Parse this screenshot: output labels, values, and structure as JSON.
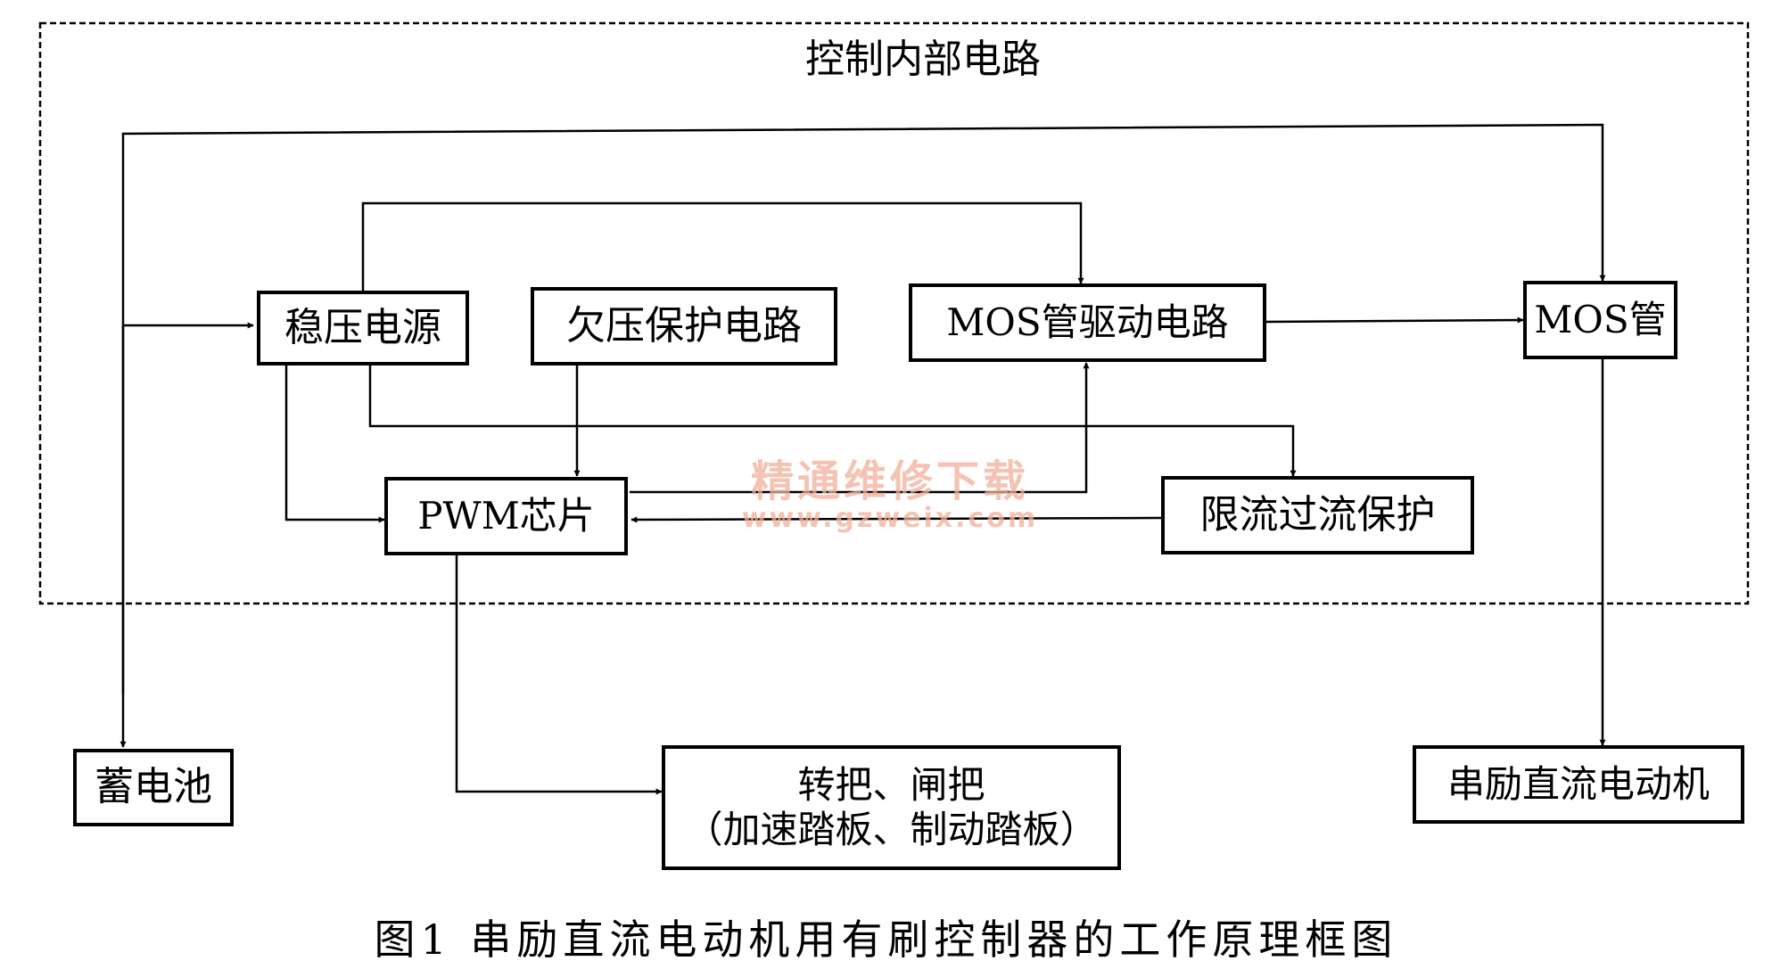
{
  "region_label": "控制内部电路",
  "blocks": {
    "regulator": "稳压电源",
    "undervoltage": "欠压保护电路",
    "mos_driver": "MOS管驱动电路",
    "mos_tube": "MOS管",
    "pwm_chip": "PWM芯片",
    "current_limit": "限流过流保护",
    "battery": "蓄电池",
    "handlebar_line1": "转把、闸把",
    "handlebar_line2": "（加速踏板、制动踏板）",
    "motor": "串励直流电动机"
  },
  "caption": "图1  串励直流电动机用有刷控制器的工作原理框图",
  "watermark": {
    "line1": "精通维修下载",
    "line2": "www.gzweix.com"
  }
}
